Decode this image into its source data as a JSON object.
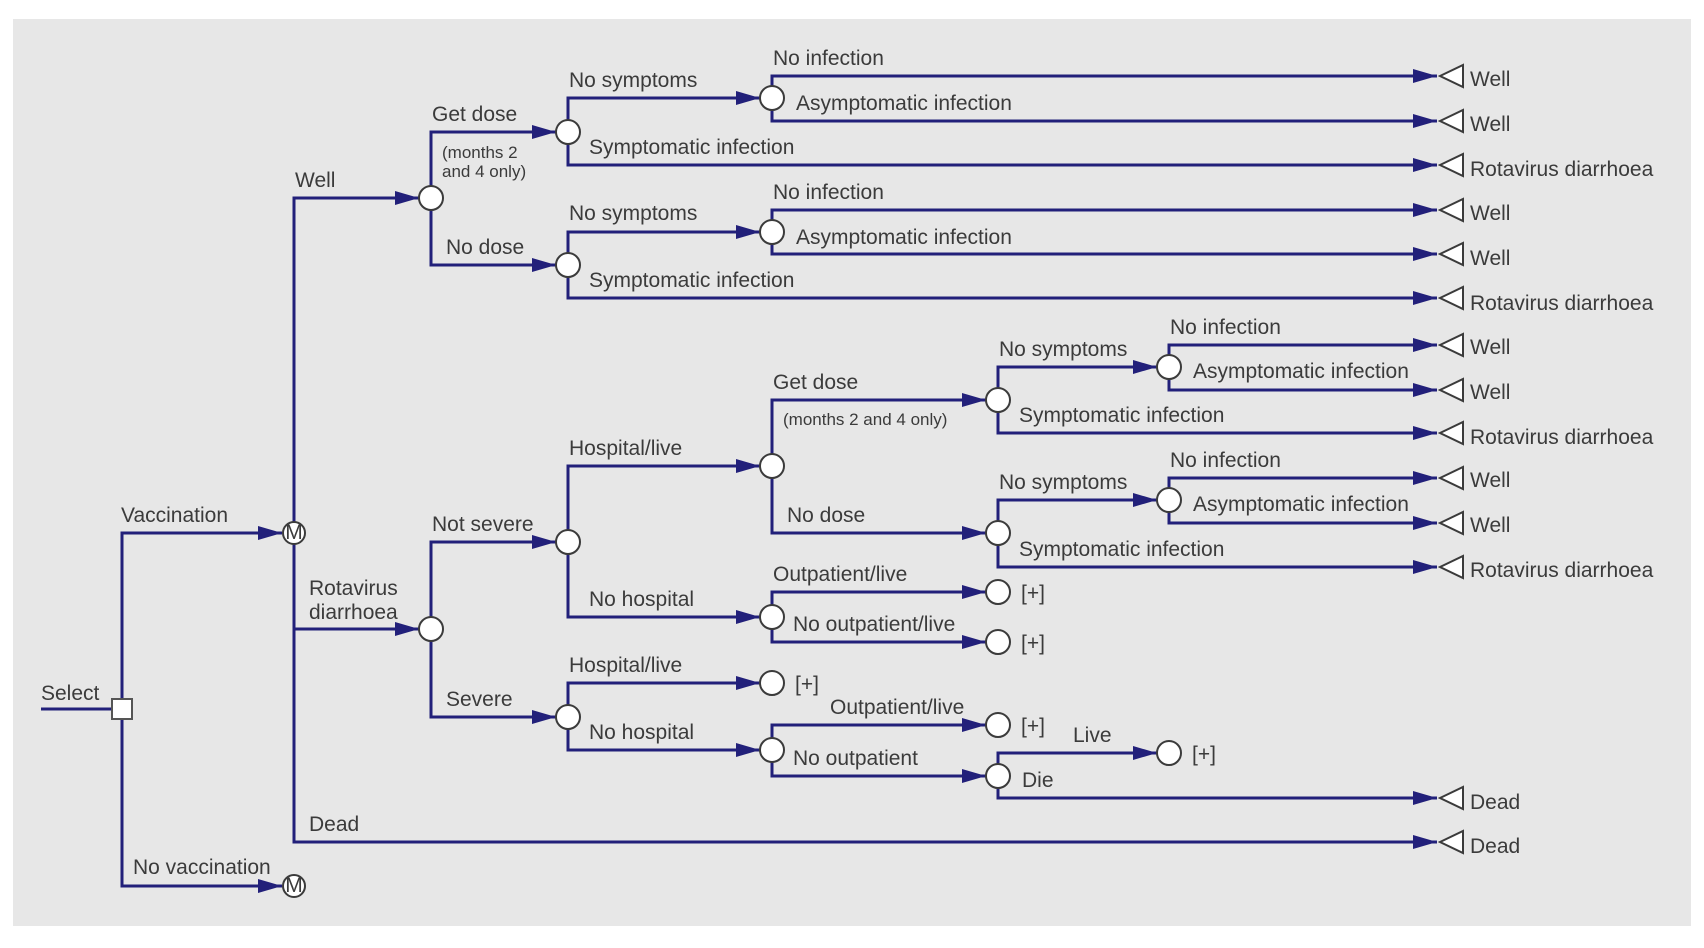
{
  "diagram": {
    "type": "decision-tree",
    "colors": {
      "edge": "#22207a",
      "text": "#3b3b3b",
      "background": "#e7e7e7",
      "node_fill": "#ffffff"
    },
    "root": {
      "label": "Select",
      "node": "decision"
    },
    "labels": {
      "select": "Select",
      "vaccination": "Vaccination",
      "no_vaccination": "No vaccination",
      "markov": "M",
      "well": "Well",
      "rotavirus_1": "Rotavirus",
      "rotavirus_2": "diarrhoea",
      "dead": "Dead",
      "get_dose": "Get dose",
      "months_a": "(months 2",
      "months_b": "and 4 only)",
      "months_full": "(months 2 and 4 only)",
      "no_dose": "No dose",
      "no_symptoms": "No symptoms",
      "symptomatic": "Symptomatic infection",
      "no_infection": "No infection",
      "asymptomatic": "Asymptomatic infection",
      "not_severe": "Not severe",
      "severe": "Severe",
      "hospital_live": "Hospital/live",
      "no_hospital": "No hospital",
      "outpatient_live": "Outpatient/live",
      "no_outpatient_live": "No outpatient/live",
      "no_outpatient": "No outpatient",
      "live": "Live",
      "die": "Die",
      "collapsed": "[+]"
    },
    "terminals": [
      "Well",
      "Well",
      "Rotavirus diarrhoea",
      "Well",
      "Well",
      "Rotavirus diarrhoea",
      "Well",
      "Well",
      "Rotavirus diarrhoea",
      "Well",
      "Well",
      "Rotavirus diarrhoea",
      "Dead",
      "Dead"
    ]
  }
}
